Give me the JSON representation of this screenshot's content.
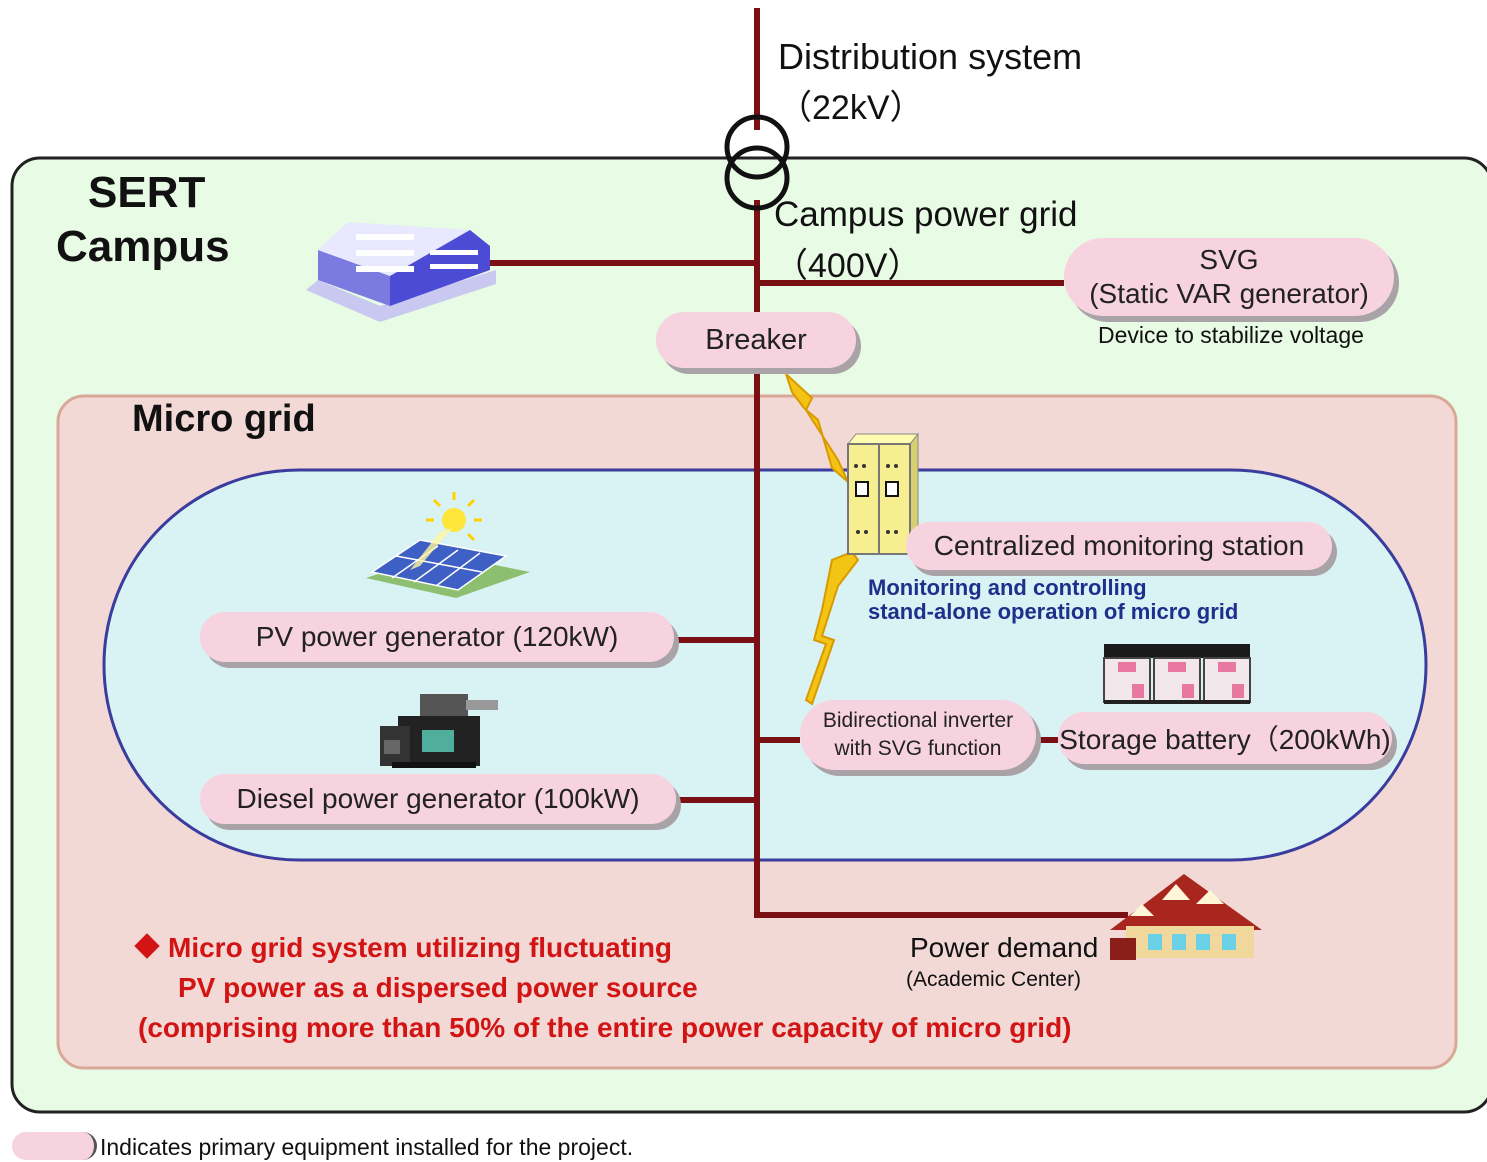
{
  "distribution": {
    "title": "Distribution system",
    "voltage": "（22kV）"
  },
  "campus": {
    "title_line1": "SERT",
    "title_line2": "Campus"
  },
  "campus_grid": {
    "title": "Campus power grid",
    "voltage": "（400V）"
  },
  "svg_device": {
    "line1": "SVG",
    "line2": "(Static VAR generator)",
    "description": "Device to stabilize voltage"
  },
  "breaker": {
    "label": "Breaker"
  },
  "micro_grid": {
    "title": "Micro grid"
  },
  "monitoring": {
    "label": "Centralized monitoring station",
    "desc_line1": "Monitoring and controlling",
    "desc_line2": "stand-alone operation of micro grid"
  },
  "pv": {
    "label": "PV power generator (120kW)"
  },
  "diesel": {
    "label": "Diesel power generator (100kW)"
  },
  "inverter": {
    "line1": "Bidirectional inverter",
    "line2": "with SVG function"
  },
  "battery": {
    "label": "Storage battery（200kWh)"
  },
  "demand": {
    "title": "Power demand",
    "subtitle": "(Academic Center)"
  },
  "note": {
    "line1": "Micro grid system utilizing fluctuating",
    "line2": "PV power as a dispersed power source",
    "line3": "(comprising more than 50% of the entire power capacity of micro grid)"
  },
  "legend": {
    "text": "Indicates primary equipment installed for the project."
  },
  "colors": {
    "campus_bg": "#e8fbe4",
    "micro_bg": "#f2d9d6",
    "inner_bg": "#d9f2f4",
    "line": "#7a0f14",
    "pill": "#f7d3df",
    "note": "#d21414",
    "lightning": "#f4c414"
  }
}
